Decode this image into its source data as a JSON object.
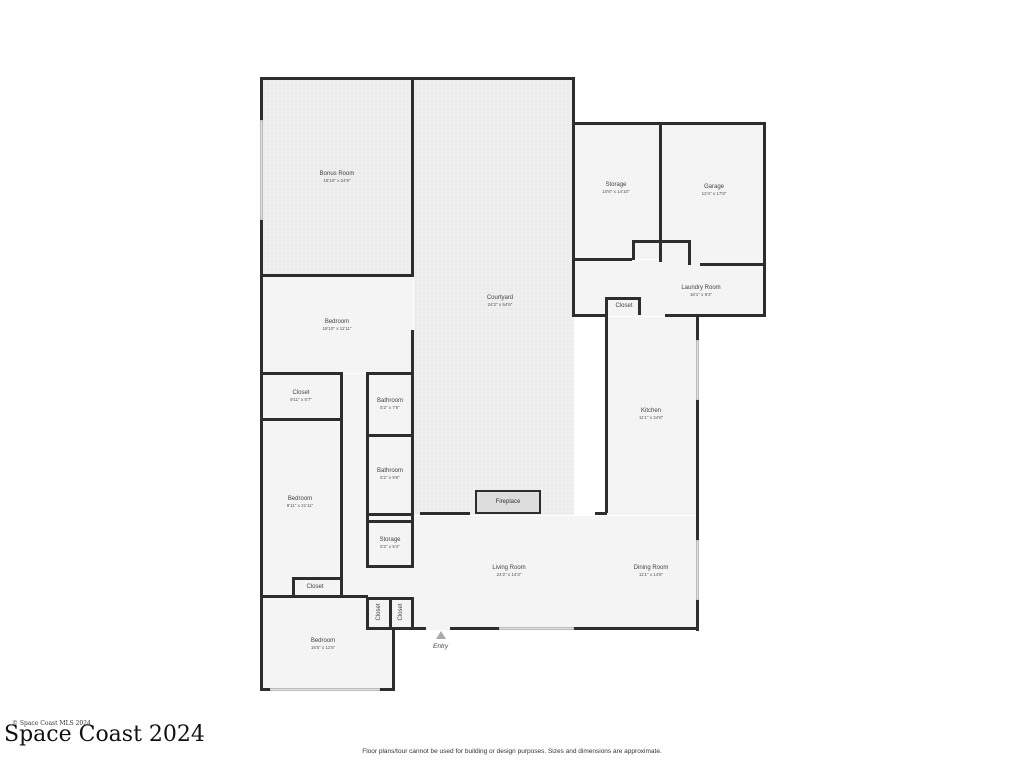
{
  "rooms": [
    {
      "name": "Bonus Room",
      "dims": "18'10\" x 24'9\""
    },
    {
      "name": "Courtyard",
      "dims": "24'2\" x 54'9\""
    },
    {
      "name": "Storage",
      "dims": "10'8\" x 14'10\""
    },
    {
      "name": "Garage",
      "dims": "12'4\" x 17'8\""
    },
    {
      "name": "Laundry Room",
      "dims": "16'1\" x 9'3\""
    },
    {
      "name": "Closet",
      "dims": ""
    },
    {
      "name": "Bedroom",
      "dims": "18'10\" x 11'11\""
    },
    {
      "name": "Closet",
      "dims": "9'11\" x 5'7\""
    },
    {
      "name": "Bathroom",
      "dims": "5'2\" x 7'6\""
    },
    {
      "name": "Bathroom",
      "dims": "5'2\" x 9'6\""
    },
    {
      "name": "Kitchen",
      "dims": "11'1\" x 24'8\""
    },
    {
      "name": "Bedroom",
      "dims": "9'11\" x 21'11\""
    },
    {
      "name": "Fireplace",
      "dims": ""
    },
    {
      "name": "Storage",
      "dims": "5'2\" x 5'4\""
    },
    {
      "name": "Living Room",
      "dims": "24'2\" x 14'3\""
    },
    {
      "name": "Dining Room",
      "dims": "11'1\" x 14'5\""
    },
    {
      "name": "Closet",
      "dims": ""
    },
    {
      "name": "Closet",
      "dims": ""
    },
    {
      "name": "Closet",
      "dims": ""
    },
    {
      "name": "Bedroom",
      "dims": "16'5\" x 11'5\""
    }
  ],
  "entry_label": "Entry",
  "watermark": {
    "text": "Space Coast 2024",
    "small": "© Space Coast MLS 2024"
  },
  "disclaimer": "Floor plans/tour cannot be used for building or design purposes. Sizes and dimensions are approximate."
}
